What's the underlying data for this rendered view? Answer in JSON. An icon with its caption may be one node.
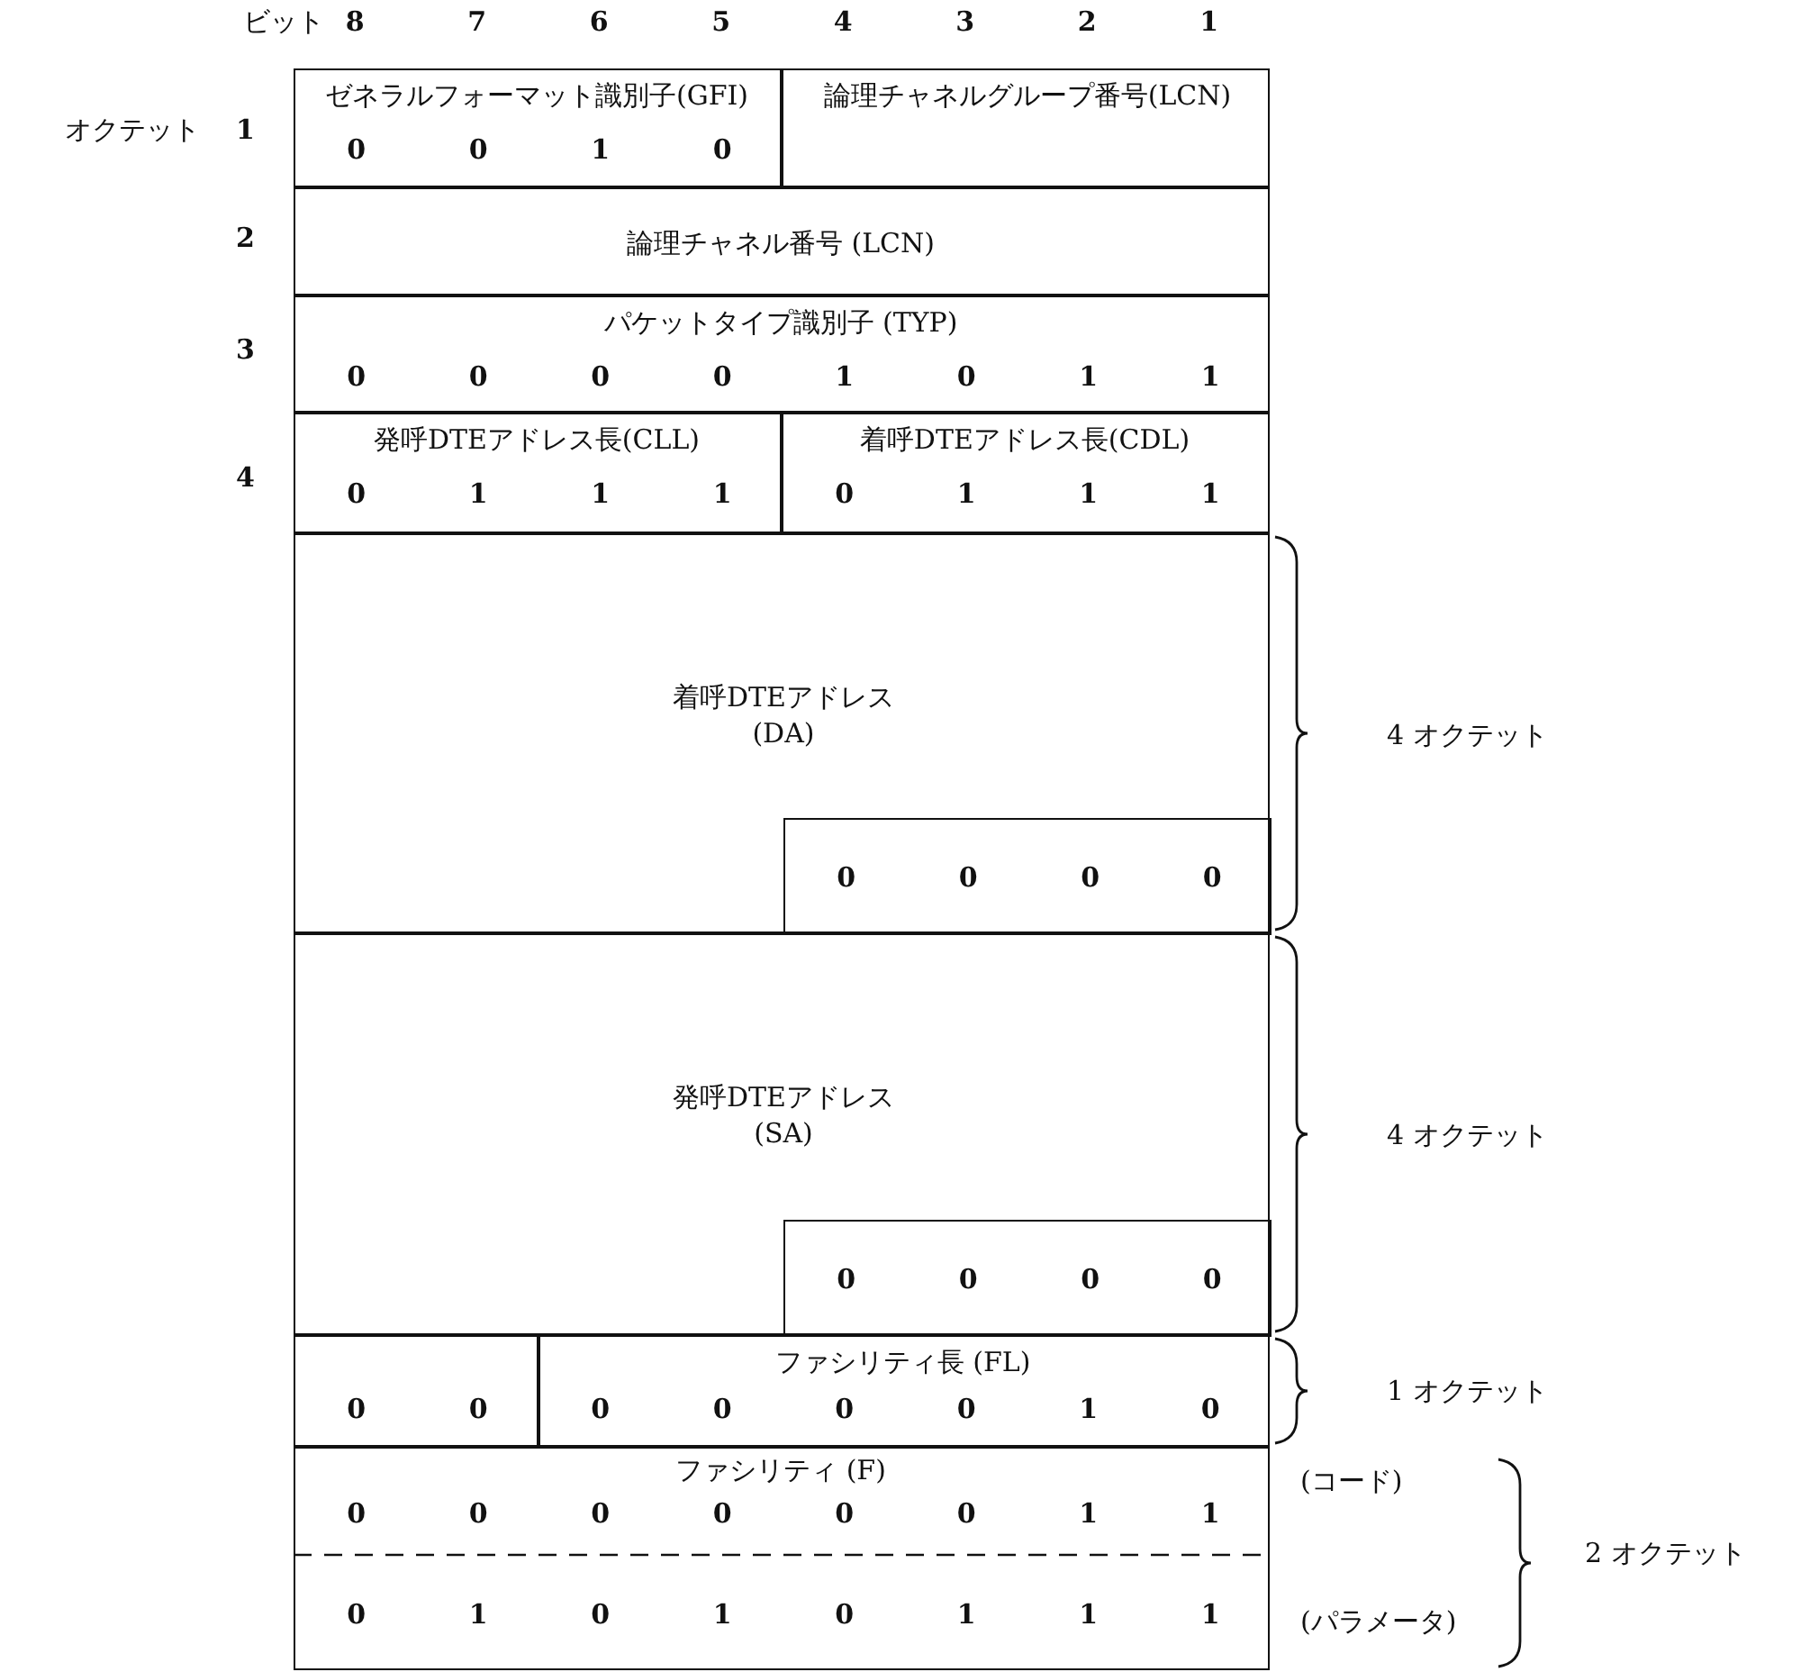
{
  "diagram": {
    "nodes": [
      {
        "text": [
          "ゼネラルフォーマット識別子(GFI)",
          "0",
          "0",
          "1",
          "0"
        ]
      },
      {
        "text": [
          "論理チャネルグループ番号(LCN)"
        ]
      },
      {
        "text": [
          "論理チャネル番号 (LCN)"
        ]
      },
      {
        "text": [
          "パケットタイプ識別子 (TYP)",
          "0",
          "0",
          "0",
          "0",
          "1",
          "0",
          "1",
          "1"
        ]
      },
      {
        "text": [
          "発呼DTEアドレス長(CLL)",
          "0",
          "1",
          "1",
          "1"
        ]
      },
      {
        "text": [
          "着呼DTEアドレス長(CDL)",
          "0",
          "1",
          "1",
          "1"
        ]
      },
      {
        "text": [
          "着呼DTEアドレス(DA)"
        ]
      },
      {
        "text": [
          "0",
          "0",
          "0",
          "0"
        ],
        "in": 6
      },
      {
        "text": [
          "発呼DTEアドレス(SA)"
        ]
      },
      {
        "text": [
          "0",
          "0",
          "0",
          "0"
        ],
        "in": 8
      },
      {
        "text": [
          "0",
          "0"
        ]
      },
      {
        "text": [
          "ファシリティ長 (FL)",
          "0",
          "0",
          "0",
          "0",
          "1",
          "0"
        ]
      },
      {
        "text": [
          "ファシリティ (F)",
          "0",
          "0",
          "0",
          "0",
          "0",
          "0",
          "1",
          "1",
          "0",
          "1",
          "0",
          "1",
          "0",
          "1",
          "1",
          "1"
        ]
      }
    ],
    "labels": [
      "ビット",
      "8",
      "7",
      "6",
      "5",
      "4",
      "3",
      "2",
      "1",
      "オクテット",
      "1",
      "2",
      "3",
      "4",
      "4 オクテット",
      "4 オクテット",
      "1 オクテット",
      "(コード)",
      "2 オクテット",
      "(パラメータ)"
    ]
  }
}
